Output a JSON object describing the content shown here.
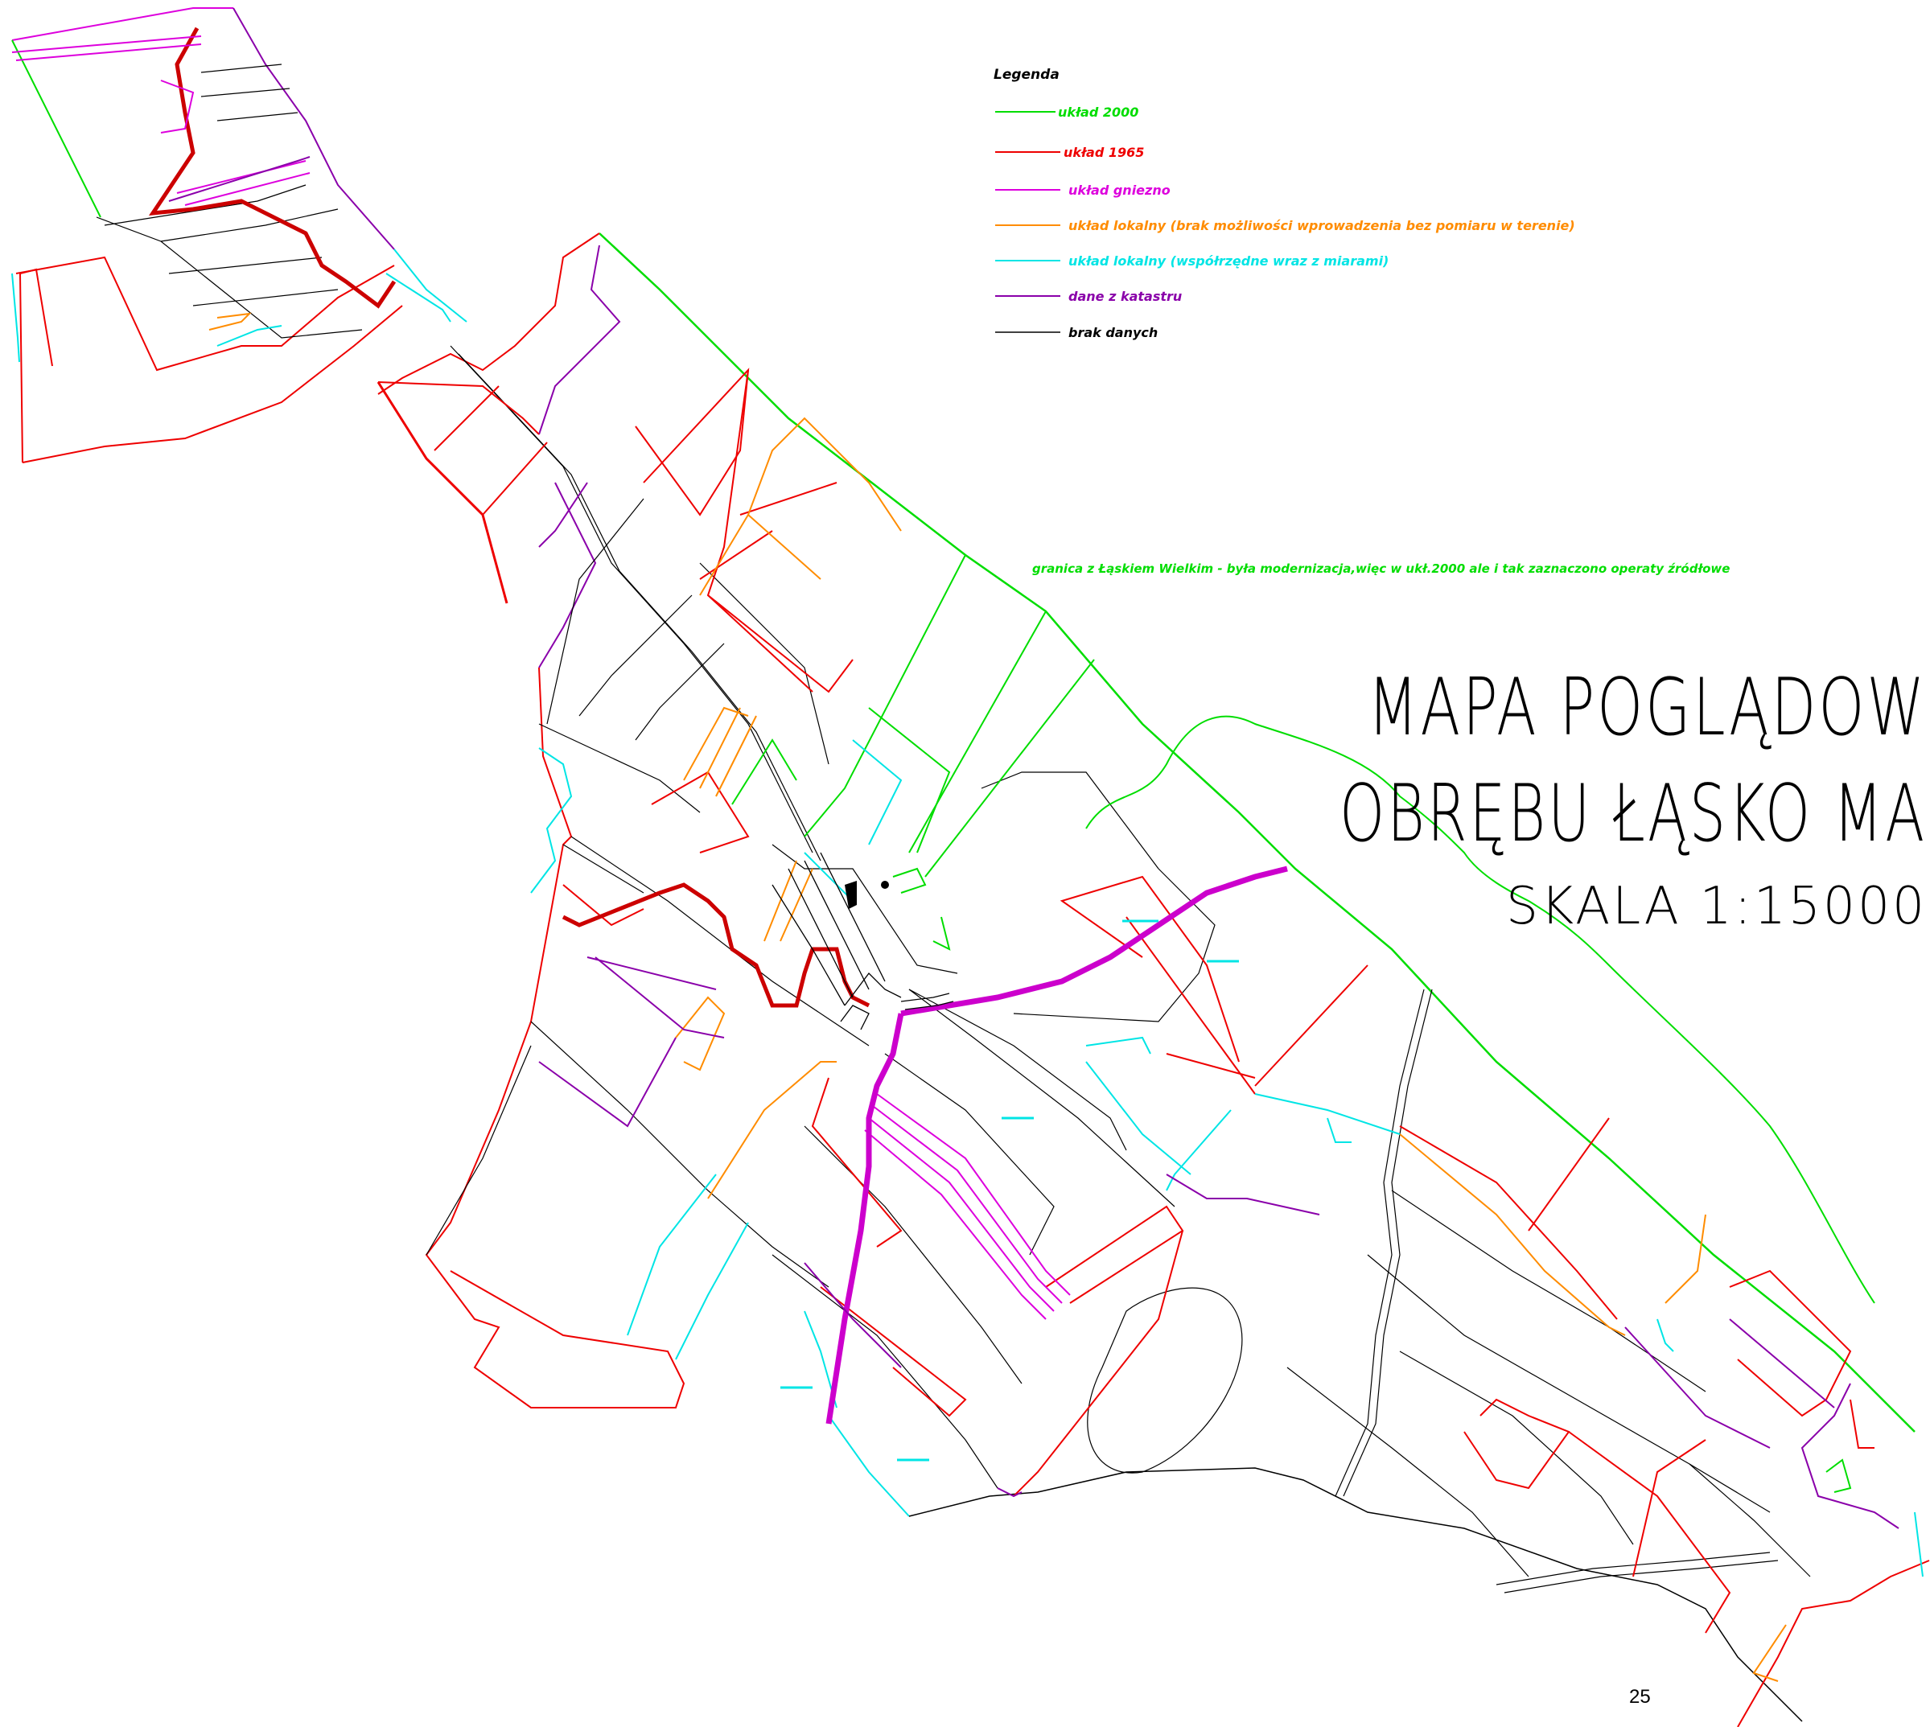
{
  "legend": {
    "title": "Legenda",
    "items": [
      {
        "label": "układ 2000",
        "color": "#00dd00"
      },
      {
        "label": "układ 1965",
        "color": "#ee0000"
      },
      {
        "label": "układ gniezno",
        "color": "#dd00dd"
      },
      {
        "label": "układ lokalny (brak możliwości wprowadzenia bez pomiaru w terenie)",
        "color": "#ff8c00"
      },
      {
        "label": "układ lokalny (współrzędne wraz z miarami)",
        "color": "#00e5e5"
      },
      {
        "label": "dane z katastru",
        "color": "#8a00aa"
      },
      {
        "label": "brak danych",
        "color": "#000000"
      }
    ]
  },
  "boundary_note": {
    "text": "granica z Łąskiem Wielkim - była modernizacja,więc w ukł.2000 ale i tak zaznaczono operaty źródłowe",
    "color": "#00dd00"
  },
  "title": {
    "line1": "MAPA POGLĄDOW",
    "line2": "OBRĘBU ŁĄSKO MA",
    "line3": "SKALA 1:15000"
  },
  "page_number": "25"
}
